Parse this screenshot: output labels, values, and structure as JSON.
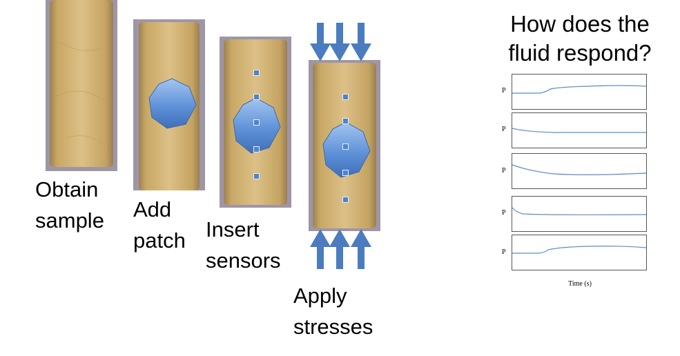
{
  "steps": [
    {
      "label": "Obtain\nsample"
    },
    {
      "label": "Add\npatch"
    },
    {
      "label": "Insert\nsensors"
    },
    {
      "label": "Apply\nstresses"
    }
  ],
  "question": {
    "title": "How does the\nfluid respond?"
  },
  "response_plots": {
    "y_label": "P",
    "x_label": "Time (s)",
    "count": 5
  },
  "colors": {
    "core_sand": "#d4b371",
    "patch_blue": "#5b8ed6",
    "arrow_blue": "#4a7cbf",
    "sensor_blue": "#4f83c9"
  }
}
